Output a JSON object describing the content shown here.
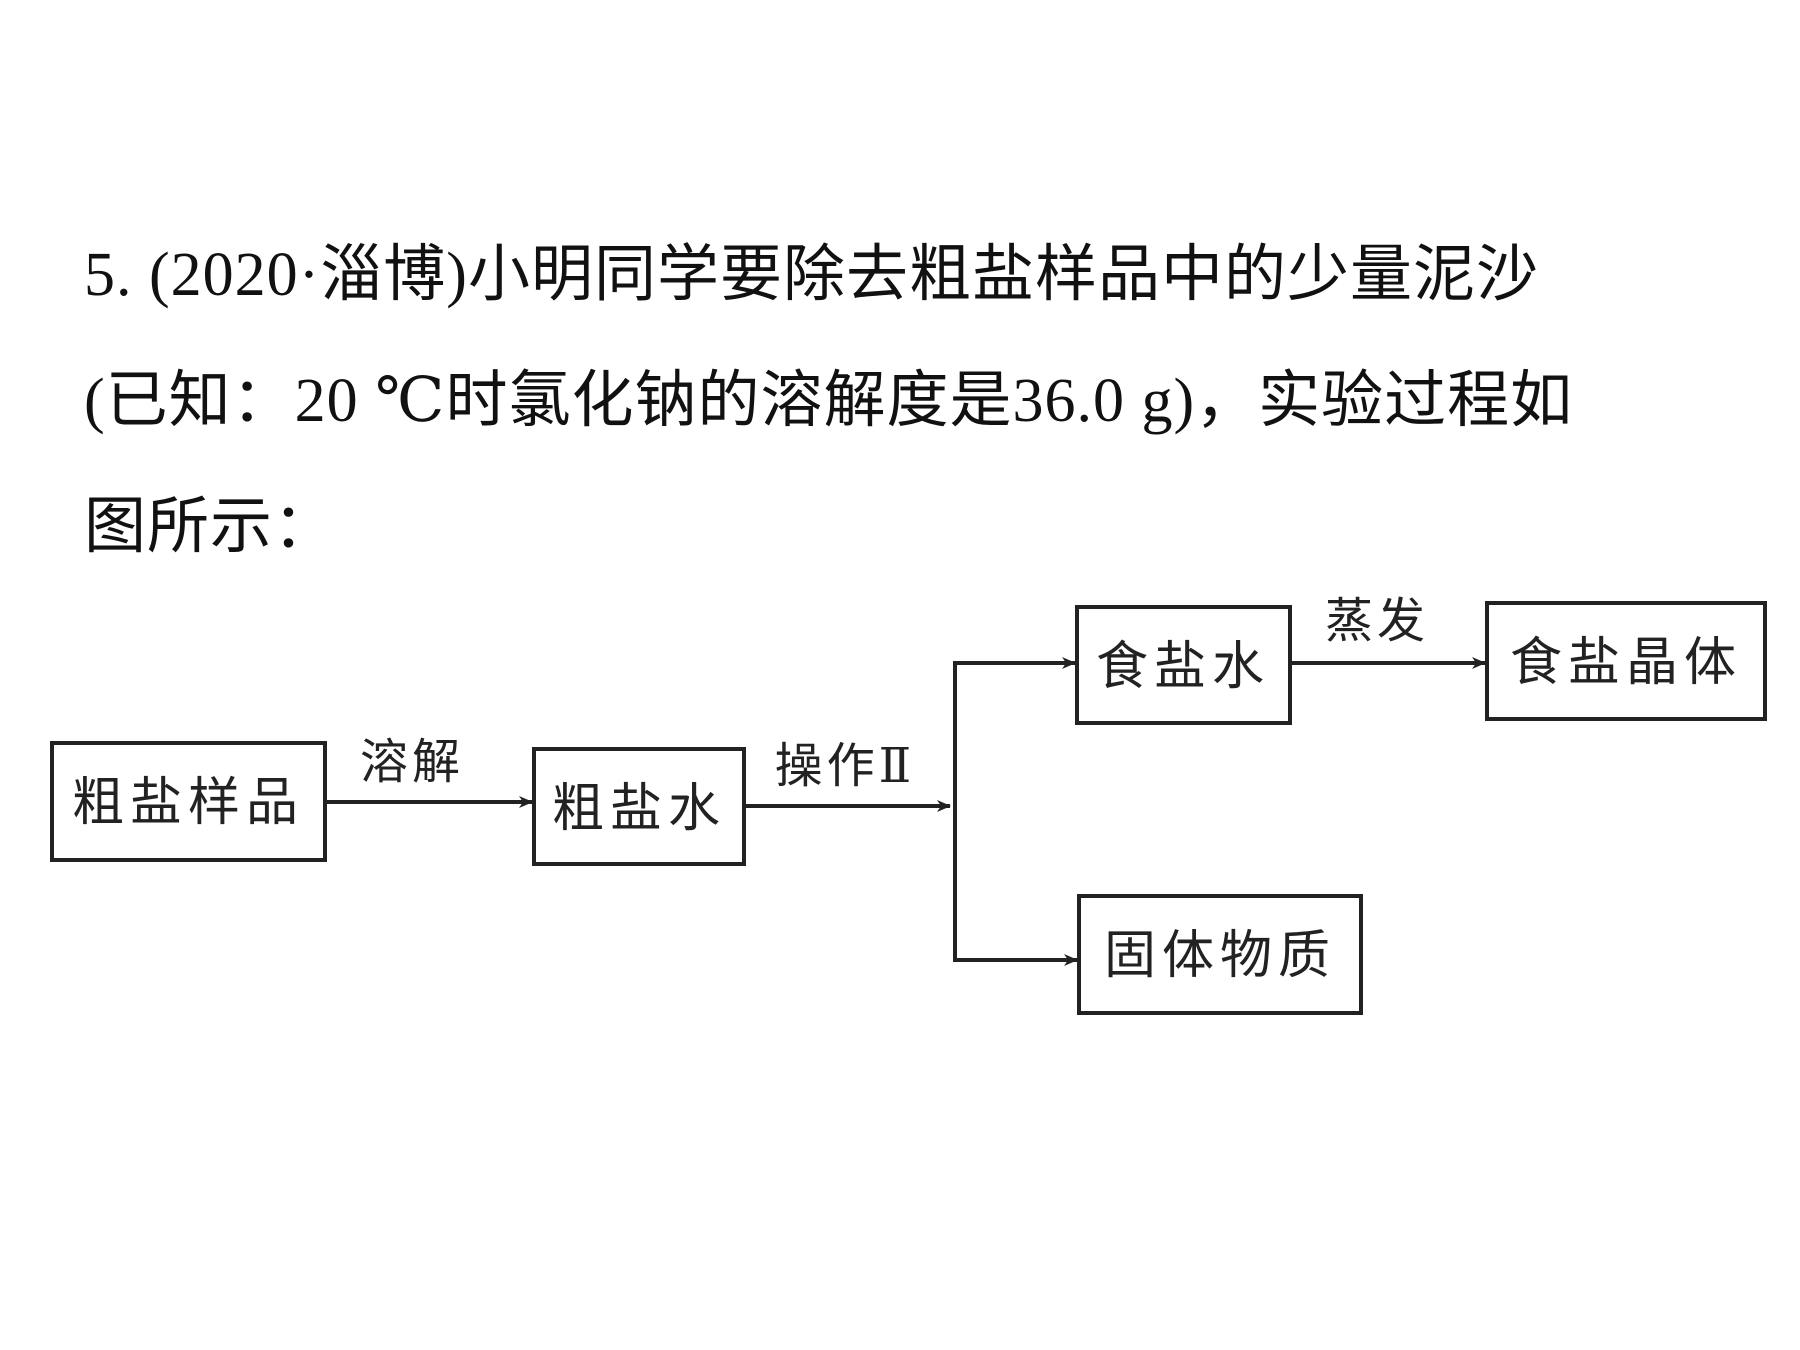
{
  "question": {
    "lines": [
      "5. (2020·淄博)小明同学要除去粗盐样品中的少量泥沙",
      "(已知：20 ℃时氯化钠的溶解度是36.0 g)，实验过程如",
      "图所示："
    ]
  },
  "diagram": {
    "nodes": {
      "crude_salt_sample": "粗盐样品",
      "crude_salt_water": "粗盐水",
      "salt_water": "食盐水",
      "salt_crystal": "食盐晶体",
      "solid_matter": "固体物质"
    },
    "edges": {
      "dissolve": "溶解",
      "operation_2": "操作Ⅱ",
      "evaporate": "蒸发"
    }
  }
}
